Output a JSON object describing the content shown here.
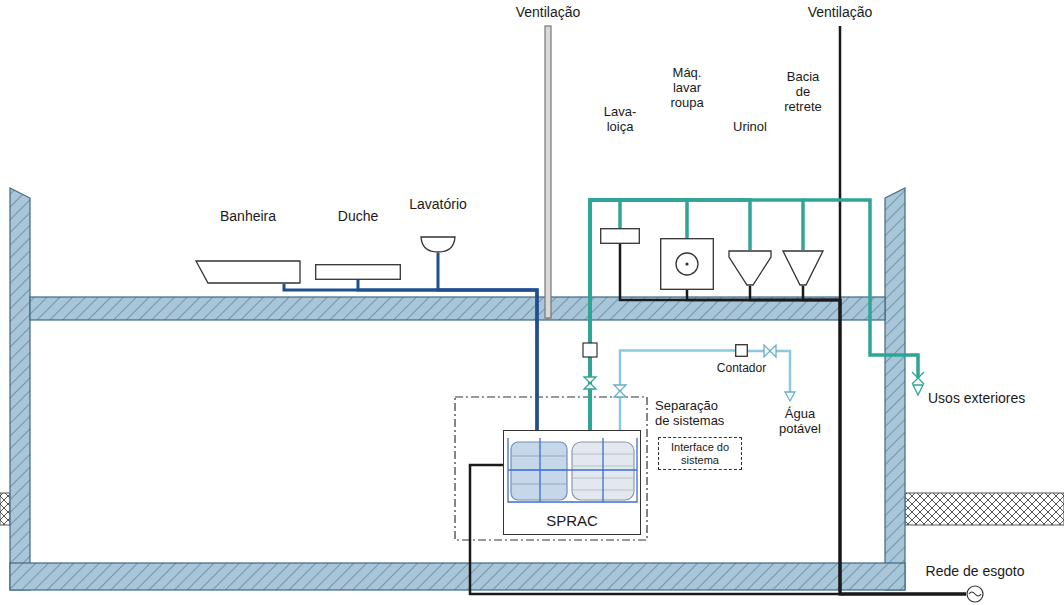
{
  "diagram": {
    "nodes": [
      {
        "text": [
          "Banheira"
        ]
      },
      {
        "text": [
          "Duche"
        ]
      },
      {
        "text": [
          "Lavatório"
        ]
      },
      {
        "text": [
          "Lava- loiça"
        ]
      },
      {
        "text": [
          "Máq. lavar roupa"
        ]
      },
      {
        "text": [
          "Urinol"
        ]
      },
      {
        "text": [
          "Bacia de retrete"
        ]
      },
      {
        "text": [
          "SPRAC"
        ]
      },
      {
        "text": [
          "Interface do sistema"
        ]
      },
      {
        "text": [
          "Contador"
        ]
      },
      {
        "text": [
          "Rede de esgoto"
        ]
      }
    ],
    "edges": [
      {
        "from": 0,
        "to": 7,
        "arrow": "none"
      },
      {
        "from": 1,
        "to": 7,
        "arrow": "none"
      },
      {
        "from": 2,
        "to": 7,
        "arrow": "none"
      },
      {
        "from": 7,
        "to": 3,
        "arrow": "none"
      },
      {
        "from": 7,
        "to": 4,
        "arrow": "none"
      },
      {
        "from": 7,
        "to": 5,
        "arrow": "none"
      },
      {
        "from": 7,
        "to": 6,
        "arrow": "none"
      },
      {
        "from": 3,
        "to": 10,
        "arrow": "none"
      },
      {
        "from": 4,
        "to": 10,
        "arrow": "none"
      },
      {
        "from": 5,
        "to": 10,
        "arrow": "none"
      },
      {
        "from": 6,
        "to": 10,
        "arrow": "none"
      },
      {
        "from": 7,
        "to": 10,
        "arrow": "none"
      },
      {
        "from": 9,
        "to": 7,
        "arrow": "none"
      }
    ],
    "labels": [
      "Ventilação",
      "Ventilação",
      "Separação de sistemas",
      "Água potável",
      "Usos exteriores"
    ]
  }
}
